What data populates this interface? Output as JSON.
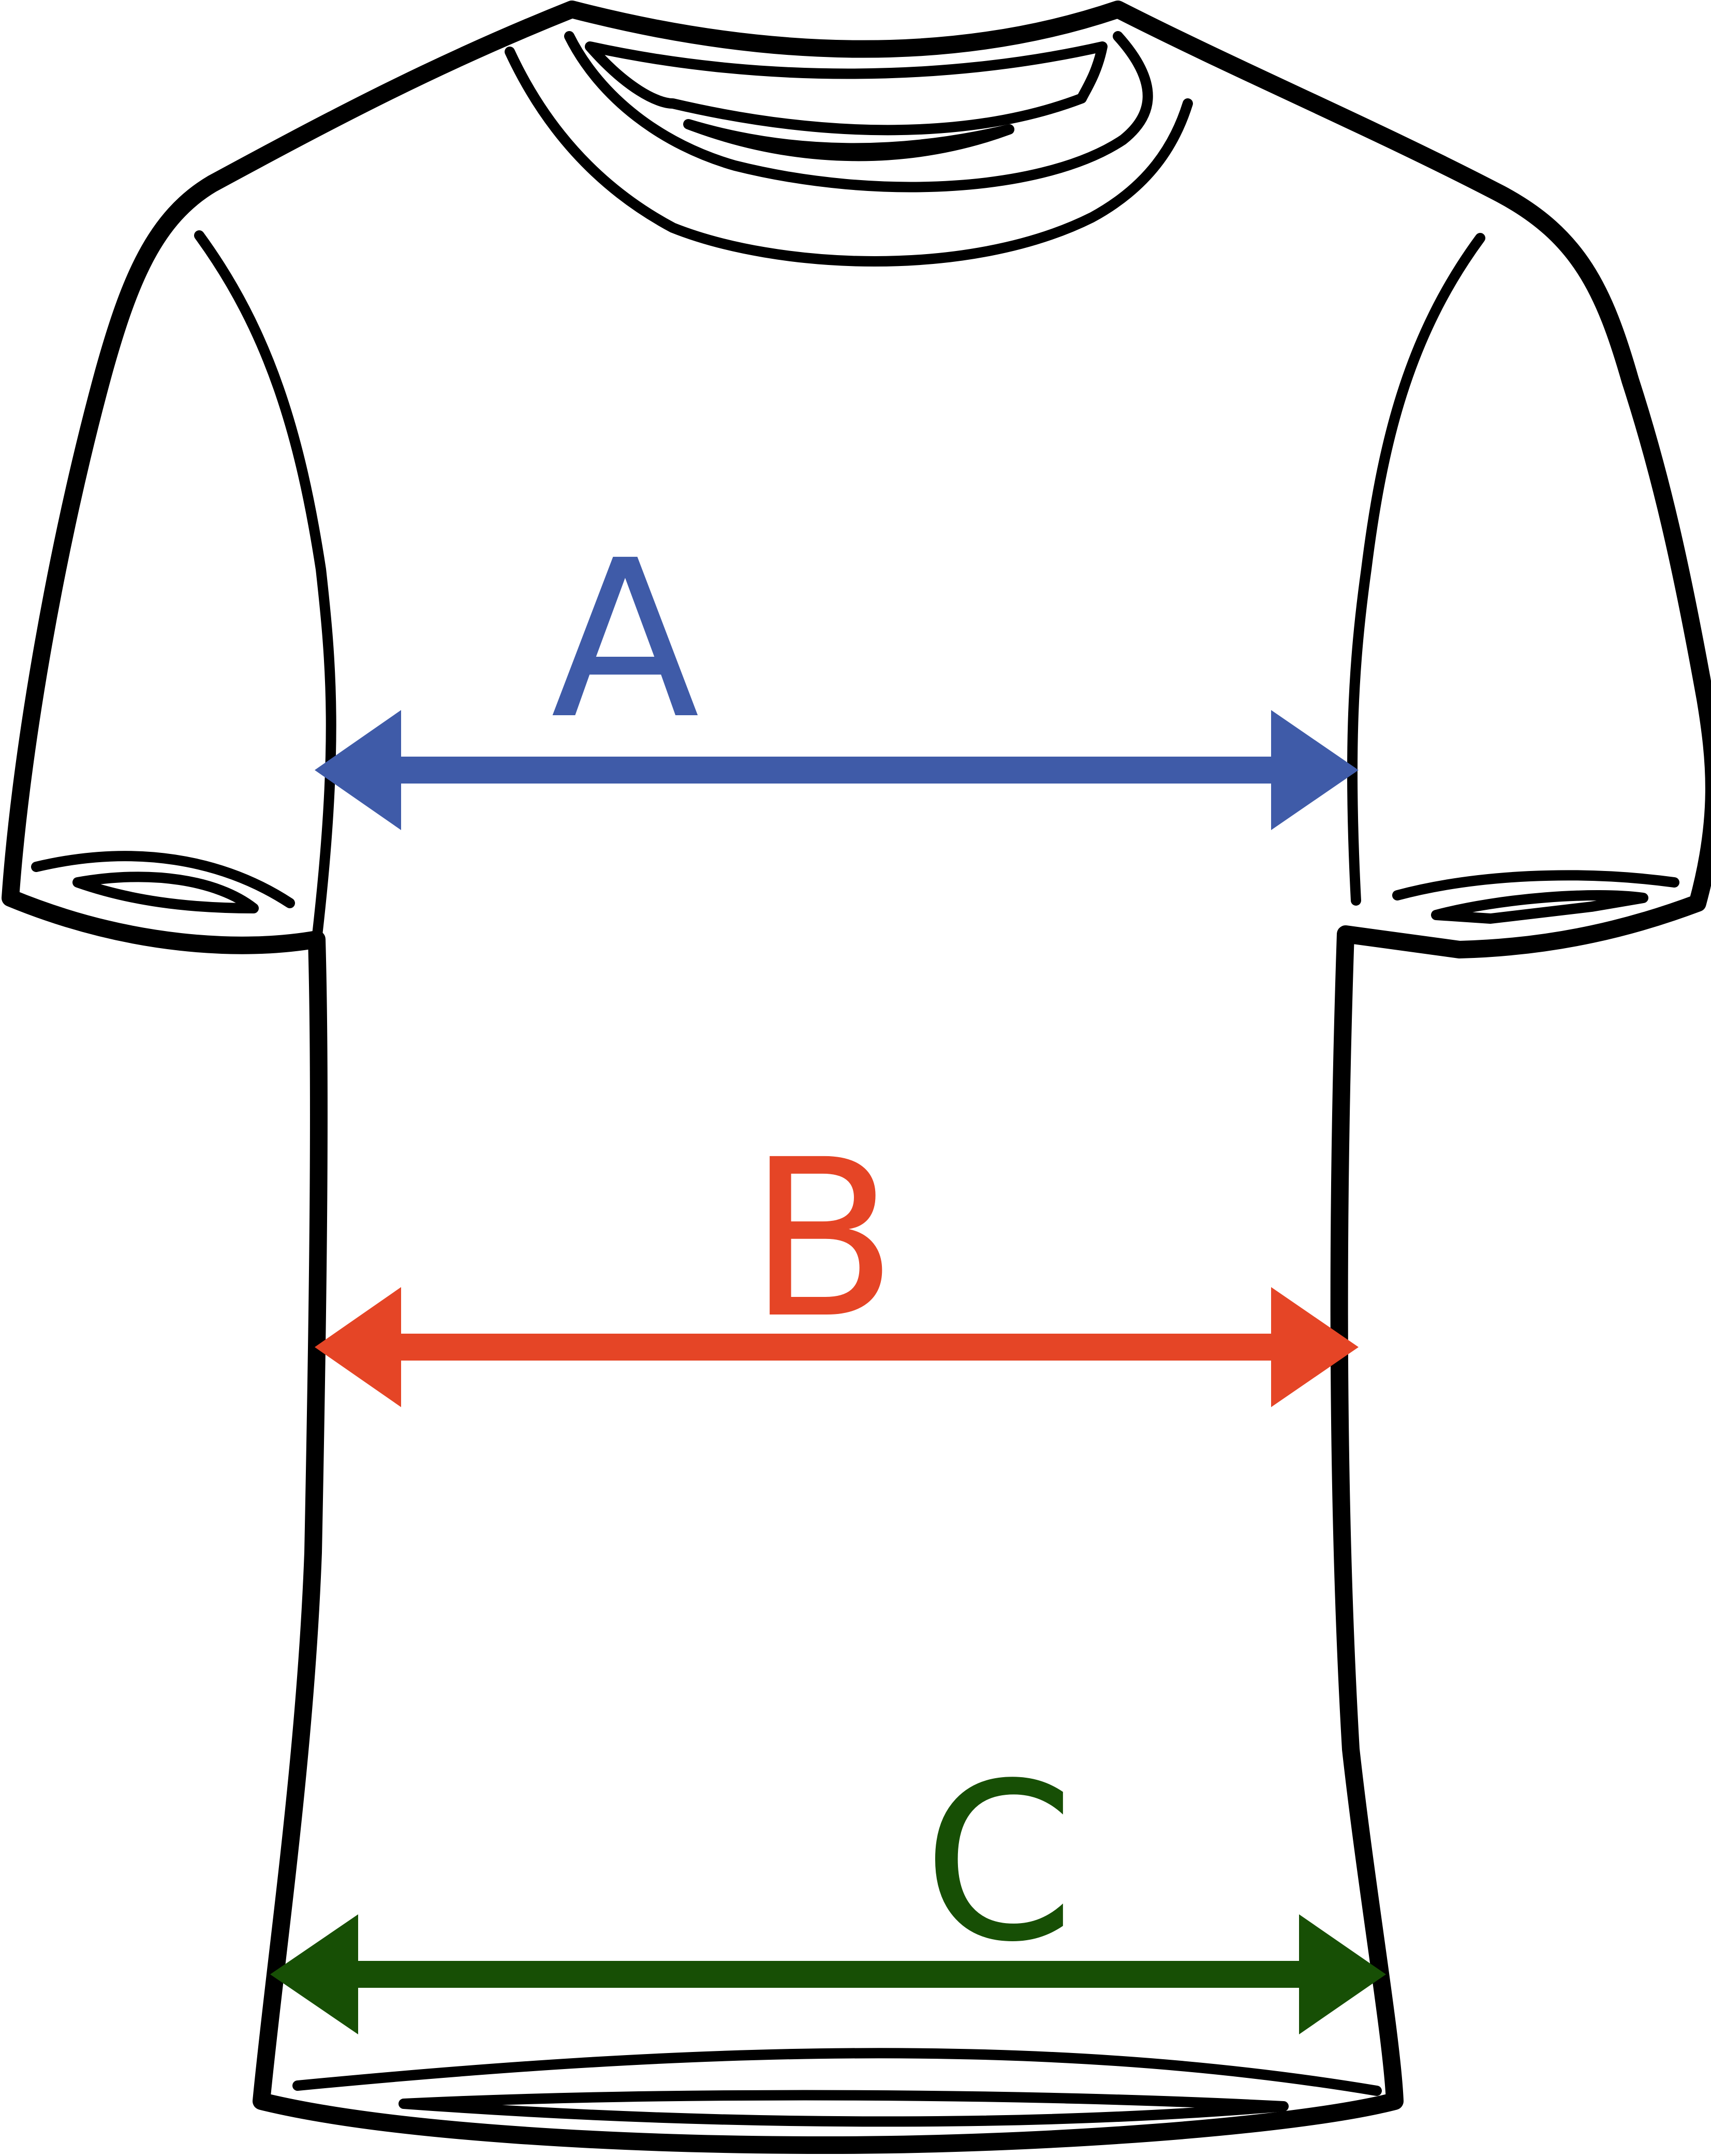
{
  "diagram": {
    "measurements": [
      {
        "id": "chest",
        "label": "A",
        "color": "#3f5ba8"
      },
      {
        "id": "waist",
        "label": "B",
        "color": "#e54526"
      },
      {
        "id": "hem",
        "label": "C",
        "color": "#174f05"
      }
    ]
  }
}
